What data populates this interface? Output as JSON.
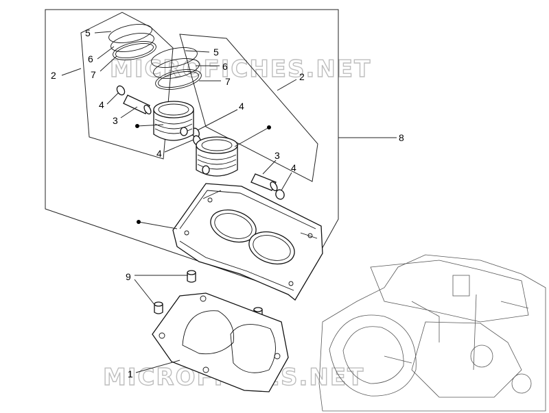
{
  "watermark": "MICROFICHES.NET",
  "callouts": [
    {
      "id": "c5a",
      "text": "5"
    },
    {
      "id": "c6a",
      "text": "6"
    },
    {
      "id": "c7a",
      "text": "7"
    },
    {
      "id": "c2a",
      "text": "2"
    },
    {
      "id": "c5b",
      "text": "5"
    },
    {
      "id": "c6b",
      "text": "6"
    },
    {
      "id": "c7b",
      "text": "7"
    },
    {
      "id": "c2b",
      "text": "2"
    },
    {
      "id": "c4a",
      "text": "4"
    },
    {
      "id": "c3a",
      "text": "3"
    },
    {
      "id": "c4b",
      "text": "4"
    },
    {
      "id": "c4c",
      "text": "4"
    },
    {
      "id": "c8",
      "text": "8"
    },
    {
      "id": "c3b",
      "text": "3"
    },
    {
      "id": "c4d",
      "text": "4"
    },
    {
      "id": "c9",
      "text": "9"
    },
    {
      "id": "c1",
      "text": "1"
    }
  ]
}
